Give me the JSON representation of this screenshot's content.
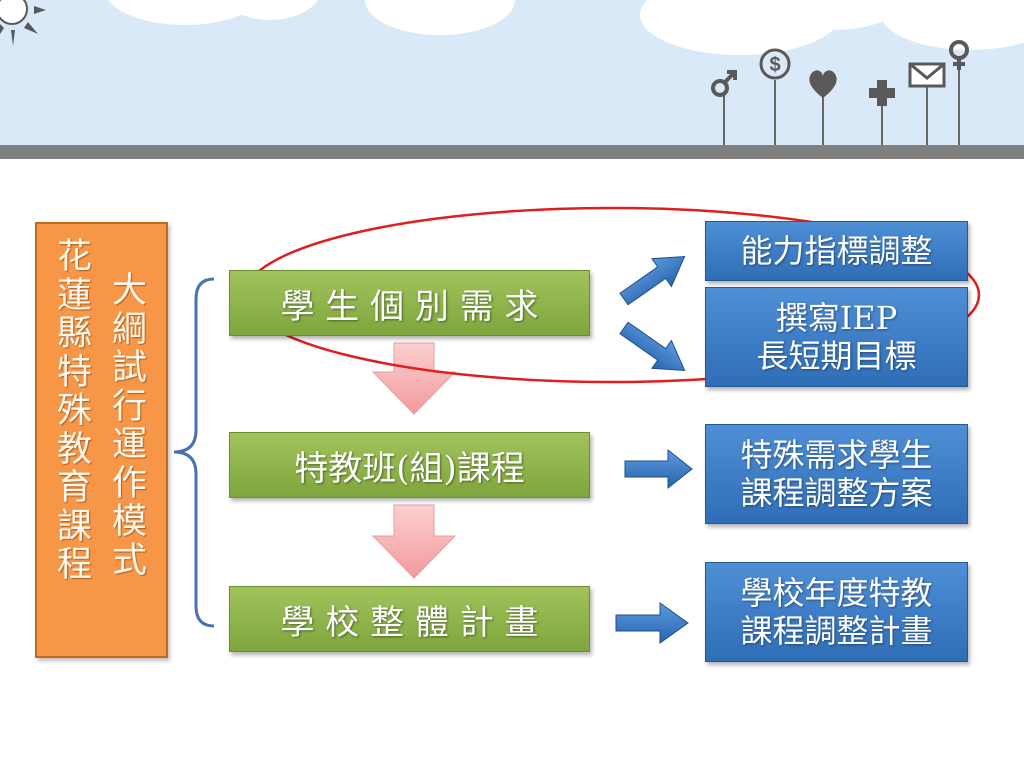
{
  "title": {
    "column_left": "花蓮縣特殊教育課程",
    "column_right": "大綱試行運作模式"
  },
  "steps": [
    {
      "label": "學 生 個 別 需 求"
    },
    {
      "label": "特教班(組)課程"
    },
    {
      "label": "學 校 整 體 計 畫"
    }
  ],
  "outcomes": [
    {
      "lines": [
        "能力指標調整"
      ]
    },
    {
      "lines": [
        "撰寫IEP",
        "長短期目標"
      ]
    },
    {
      "lines": [
        "特殊需求學生",
        "課程調整方案"
      ]
    },
    {
      "lines": [
        "學校年度特教",
        "課程調整計畫"
      ]
    }
  ],
  "banner_icons": [
    "male-symbol-icon",
    "dollar-icon",
    "heart-icon",
    "plus-icon",
    "envelope-icon",
    "female-symbol-icon"
  ],
  "colors": {
    "title_box": "#f79646",
    "step_box": "#8db64a",
    "outcome_box": "#3a7bc8",
    "down_arrow": "#f6a4a6",
    "right_arrow": "#3578c6",
    "highlight_ellipse": "#e01e1e",
    "bracket": "#4a72b0"
  }
}
